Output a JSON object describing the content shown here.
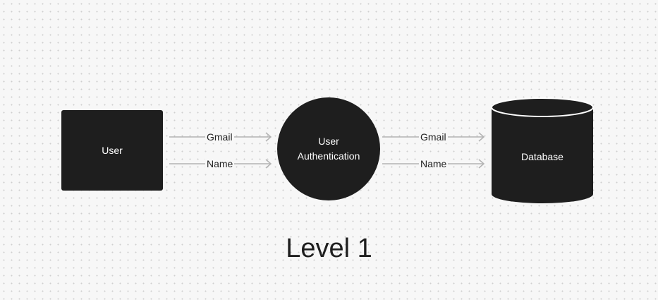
{
  "diagram": {
    "user": {
      "label": "User"
    },
    "auth": {
      "label_line1": "User",
      "label_line2": "Authentication"
    },
    "database": {
      "label": "Database"
    },
    "flows_left": {
      "gmail": "Gmail",
      "name": "Name"
    },
    "flows_right": {
      "gmail": "Gmail",
      "name": "Name"
    },
    "title": "Level 1"
  },
  "colors": {
    "node_fill": "#1e1e1e",
    "node_text": "#ffffff",
    "arrow": "#b3b3b3",
    "background": "#f7f7f7"
  }
}
